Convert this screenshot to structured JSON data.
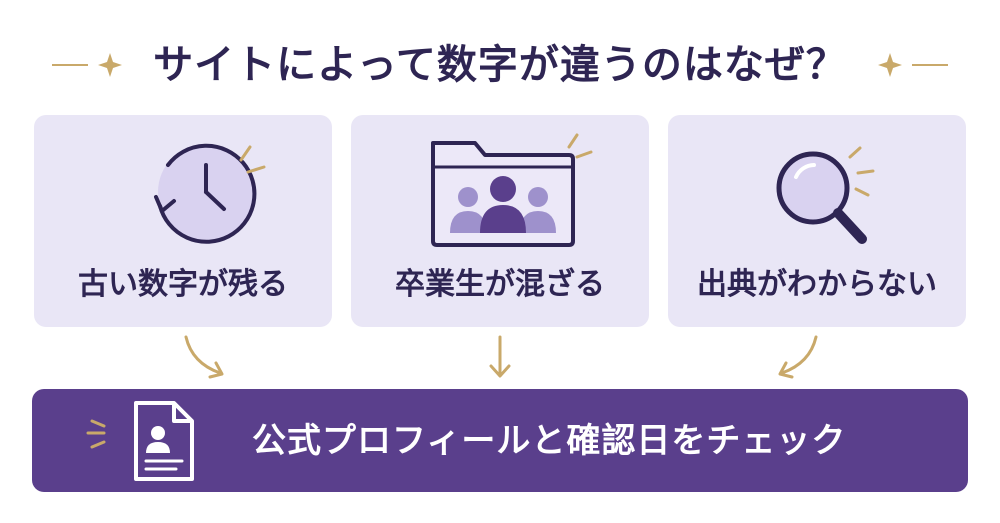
{
  "title": "サイトによって数字が違うのはなぜ？",
  "colors": {
    "ink": "#2e2553",
    "card_bg": "#e9e6f6",
    "accent_gold": "#c9a96a",
    "banner_bg": "#5a3f8c",
    "icon_purple": "#8c7cc0"
  },
  "cards": [
    {
      "label": "古い数字が残る",
      "icon": "clock-history-icon"
    },
    {
      "label": "卒業生が混ざる",
      "icon": "group-folder-icon"
    },
    {
      "label": "出典がわからない",
      "icon": "magnifier-icon"
    }
  ],
  "banner": {
    "label": "公式プロフィールと確認日をチェック",
    "icon": "profile-document-icon"
  }
}
